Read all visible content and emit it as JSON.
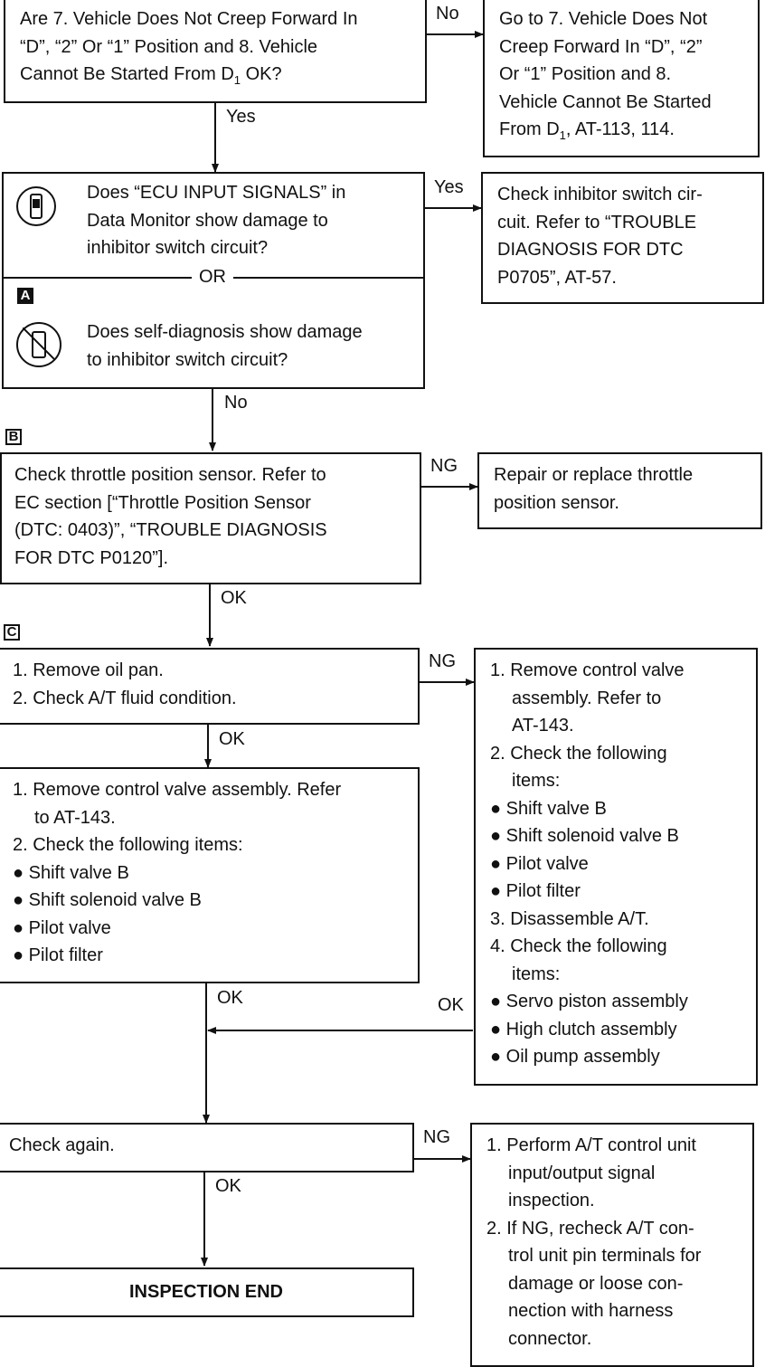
{
  "boxes": {
    "q1": {
      "lines": [
        "Are 7. Vehicle Does Not Creep Forward In",
        "“D”, “2” Or “1” Position and 8. Vehicle",
        "Cannot Be Started From D",
        "OK?"
      ],
      "sub": "1"
    },
    "r1": {
      "lines": [
        "Go to 7. Vehicle Does Not",
        "Creep Forward In “D”, “2”",
        "Or “1” Position and 8.",
        "Vehicle Cannot Be Started",
        "From D",
        ", AT-113, 114."
      ],
      "sub": "1"
    },
    "q2": {
      "top": [
        "Does “ECU INPUT SIGNALS” in",
        "Data Monitor show damage to",
        "inhibitor switch circuit?"
      ],
      "or": "OR",
      "bottom": [
        "Does self-diagnosis show damage",
        "to inhibitor switch circuit?"
      ]
    },
    "r2": {
      "lines": [
        "Check inhibitor switch cir-",
        "cuit. Refer to “TROUBLE",
        "DIAGNOSIS FOR DTC",
        "P0705”, AT-57."
      ]
    },
    "q3": {
      "lines": [
        "Check throttle position sensor. Refer to",
        "EC section [“Throttle Position Sensor",
        "(DTC: 0403)”, “TROUBLE DIAGNOSIS",
        "FOR DTC P0120”]."
      ]
    },
    "r3": {
      "lines": [
        "Repair or replace throttle",
        "position sensor."
      ]
    },
    "q4": {
      "lines": [
        "1. Remove oil pan.",
        "2. Check A/T fluid condition."
      ]
    },
    "r4": {
      "lines": [
        "1. Remove control valve",
        "assembly. Refer to",
        "AT-143.",
        "2. Check the following",
        "items:",
        "● Shift valve B",
        "● Shift solenoid valve B",
        "● Pilot valve",
        "● Pilot filter",
        "3. Disassemble A/T.",
        "4. Check the following",
        "items:",
        "● Servo piston assembly",
        "● High clutch assembly",
        "● Oil pump assembly"
      ]
    },
    "q5": {
      "lines": [
        "1. Remove control valve assembly. Refer",
        "to AT-143.",
        "2. Check the following items:",
        "● Shift valve B",
        "● Shift solenoid valve B",
        "● Pilot valve",
        "● Pilot filter"
      ]
    },
    "q6": {
      "lines": [
        "Check again."
      ]
    },
    "end": {
      "lines": [
        "INSPECTION END"
      ]
    },
    "r6": {
      "lines": [
        "1. Perform A/T control unit",
        "input/output signal",
        "inspection.",
        "2. If NG, recheck A/T con-",
        "trol unit pin terminals for",
        "damage or loose con-",
        "nection with harness",
        "connector."
      ]
    }
  },
  "labels": {
    "no1": "No",
    "yes1": "Yes",
    "yes2": "Yes",
    "no2": "No",
    "ng3": "NG",
    "ok3": "OK",
    "ng4": "NG",
    "ok4": "OK",
    "ok5": "OK",
    "ok_r4": "OK",
    "ng6": "NG",
    "ok6": "OK"
  },
  "markers": {
    "a": "A",
    "b": "B",
    "c": "C"
  },
  "icons": {
    "consult": "consult-tool-icon",
    "nocut": "no-consult-tool-icon"
  }
}
